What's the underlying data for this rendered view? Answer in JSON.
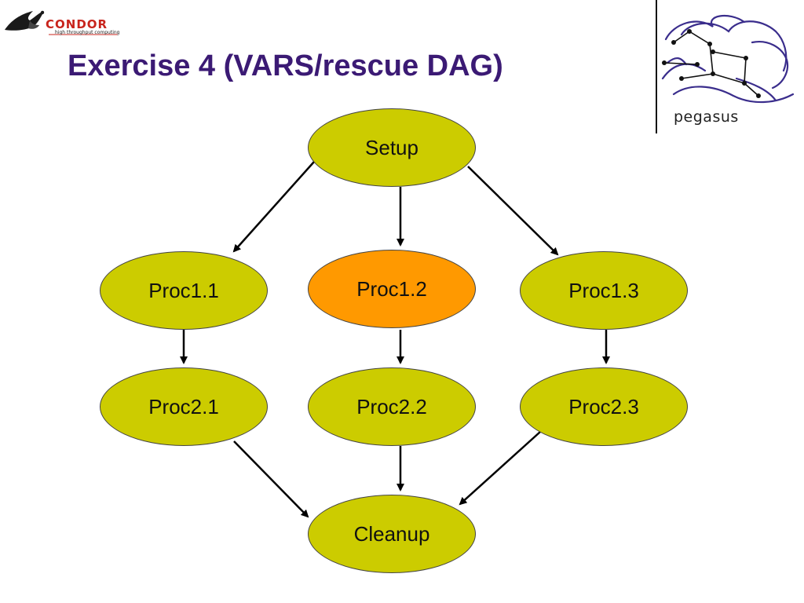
{
  "header": {
    "condor_logo": {
      "name": "CONDOR",
      "tagline": "high throughput computing"
    },
    "title": "Exercise 4 (VARS/rescue DAG)",
    "pegasus_logo": {
      "name": "pegasus"
    }
  },
  "colors": {
    "title": "#3b1a74",
    "node_default": "#cccc00",
    "node_highlight": "#ff9900",
    "edge": "#000000"
  },
  "dag": {
    "nodes": [
      {
        "id": "setup",
        "label": "Setup",
        "highlight": false
      },
      {
        "id": "proc1-1",
        "label": "Proc1.1",
        "highlight": false
      },
      {
        "id": "proc1-2",
        "label": "Proc1.2",
        "highlight": true
      },
      {
        "id": "proc1-3",
        "label": "Proc1.3",
        "highlight": false
      },
      {
        "id": "proc2-1",
        "label": "Proc2.1",
        "highlight": false
      },
      {
        "id": "proc2-2",
        "label": "Proc2.2",
        "highlight": false
      },
      {
        "id": "proc2-3",
        "label": "Proc2.3",
        "highlight": false
      },
      {
        "id": "cleanup",
        "label": "Cleanup",
        "highlight": false
      }
    ],
    "edges": [
      {
        "from": "setup",
        "to": "proc1-1"
      },
      {
        "from": "setup",
        "to": "proc1-2"
      },
      {
        "from": "setup",
        "to": "proc1-3"
      },
      {
        "from": "proc1-1",
        "to": "proc2-1"
      },
      {
        "from": "proc1-2",
        "to": "proc2-2"
      },
      {
        "from": "proc1-3",
        "to": "proc2-3"
      },
      {
        "from": "proc2-1",
        "to": "cleanup"
      },
      {
        "from": "proc2-2",
        "to": "cleanup"
      },
      {
        "from": "proc2-3",
        "to": "cleanup"
      }
    ]
  }
}
